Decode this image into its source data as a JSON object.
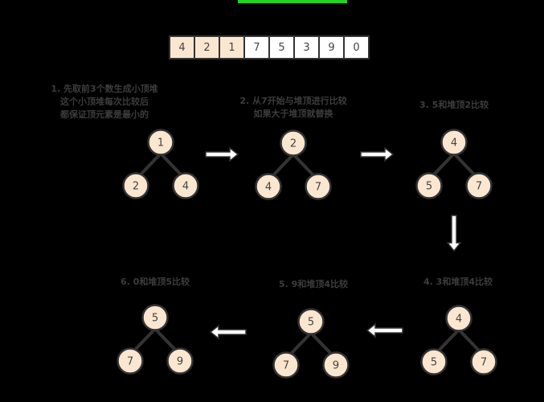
{
  "array": {
    "values": [
      "4",
      "2",
      "1",
      "7",
      "5",
      "3",
      "9",
      "0"
    ],
    "highlighted_count": 3
  },
  "steps": [
    {
      "label_lines": [
        "1. 先取前3个数生成小顶堆",
        "这个小顶堆每次比较后",
        "都保证顶元素是最小的"
      ],
      "tree": [
        "1",
        "2",
        "4"
      ]
    },
    {
      "label_lines": [
        "2. 从7开始与堆顶进行比较",
        "如果大于堆顶就替换"
      ],
      "tree": [
        "2",
        "4",
        "7"
      ]
    },
    {
      "label_lines": [
        "3. 5和堆顶2比较"
      ],
      "tree": [
        "4",
        "5",
        "7"
      ]
    },
    {
      "label_lines": [
        "4. 3和堆顶4比较"
      ],
      "tree": [
        "4",
        "5",
        "7"
      ]
    },
    {
      "label_lines": [
        "5. 9和堆顶4比较"
      ],
      "tree": [
        "5",
        "7",
        "9"
      ]
    },
    {
      "label_lines": [
        "6. 0和堆顶5比较"
      ],
      "tree": [
        "5",
        "7",
        "9"
      ]
    }
  ],
  "colors": {
    "node_fill": "#fbe6d0",
    "stroke": "#333333",
    "arrow_fill": "#ffffff",
    "highlight": "#22d322"
  }
}
